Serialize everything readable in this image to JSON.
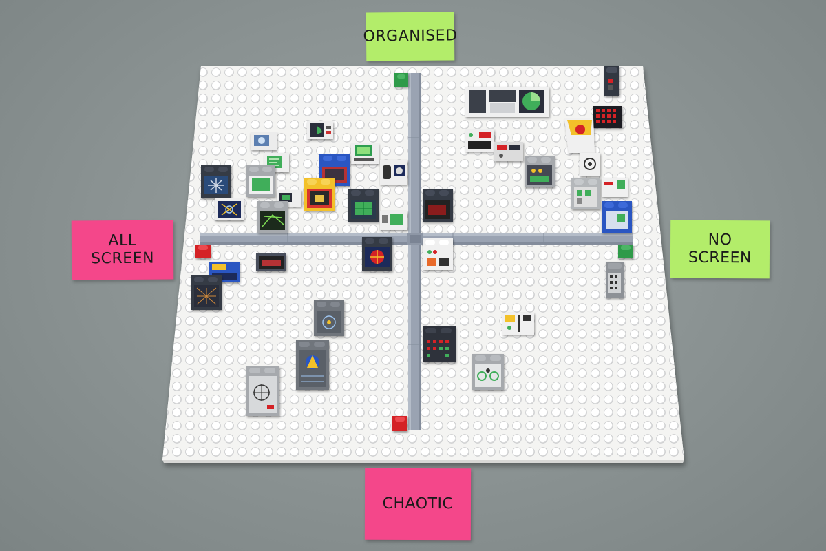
{
  "labels": {
    "top": "ORGANISED",
    "left": "ALL\nSCREEN",
    "right": "NO\nSCREEN",
    "bottom": "CHAOTIC"
  },
  "colors": {
    "background": "#8a9292",
    "baseplate": "#f2f2f0",
    "axis": "#9aa3b2",
    "note_green": "#b3ed6a",
    "note_pink": "#f4478a",
    "end_green": "#2e9a48",
    "end_red": "#d42026"
  }
}
